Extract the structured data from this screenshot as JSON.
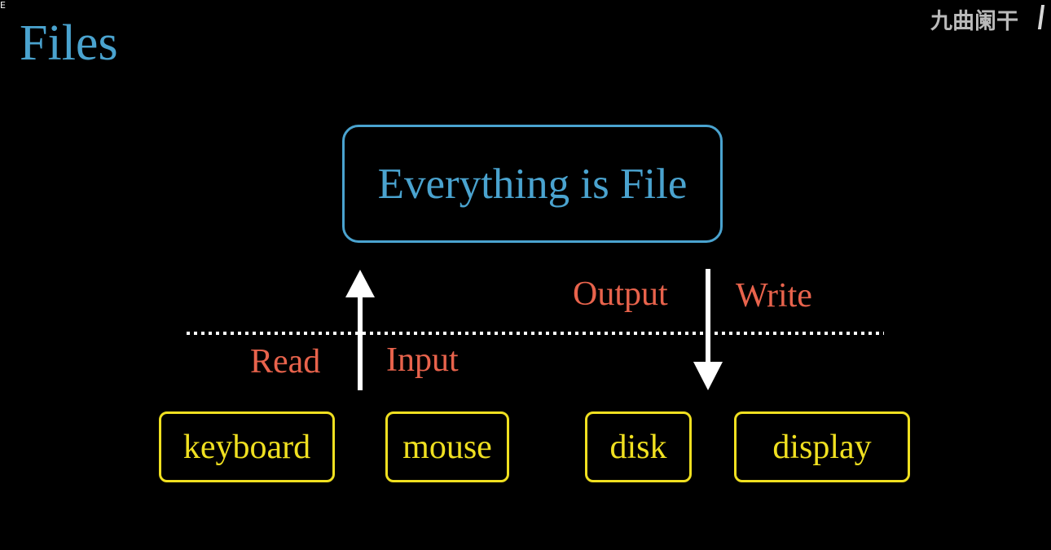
{
  "title": "Files",
  "watermark": "九曲阑干",
  "corner_mark": "E",
  "main_box": "Everything is File",
  "labels": {
    "read": "Read",
    "input": "Input",
    "output": "Output",
    "write": "Write"
  },
  "devices": {
    "keyboard": "keyboard",
    "mouse": "mouse",
    "disk": "disk",
    "display": "display"
  },
  "colors": {
    "background": "#000000",
    "title": "#4aa3cf",
    "box": "#4aa3cf",
    "label": "#e8634c",
    "device": "#f0e020",
    "arrow": "#ffffff",
    "divider": "#ffffff"
  }
}
